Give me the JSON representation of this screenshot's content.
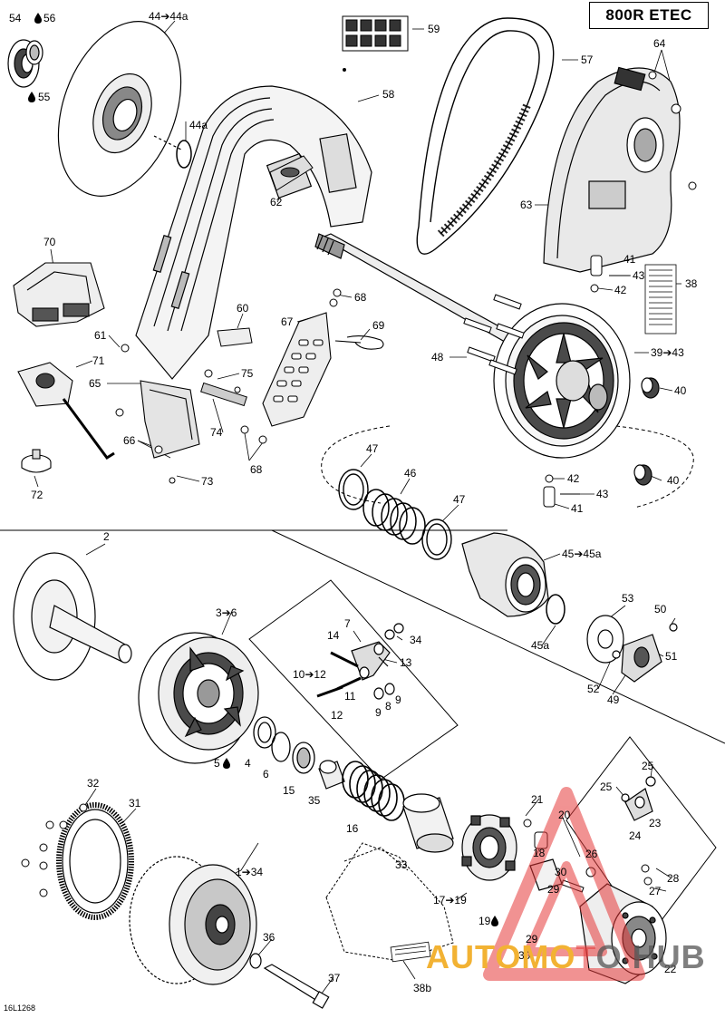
{
  "model": "800R ETEC",
  "doc_code": "16L1268",
  "watermark": {
    "part1": "AUTOMO",
    "part2": "T",
    "part3": "O HUB"
  },
  "callouts": {
    "c54": "54",
    "c56": "56",
    "c55": "55",
    "c44_44a": "44➔44a",
    "c44a": "44a",
    "c59": "59",
    "c57": "57",
    "c64": "64",
    "c58": "58",
    "c63": "63",
    "c62": "62",
    "c70": "70",
    "c41a": "41",
    "c43a": "43",
    "c42a": "42",
    "c38": "38",
    "c68a": "68",
    "c60": "60",
    "c67": "67",
    "c69": "69",
    "c61": "61",
    "c71": "71",
    "c48": "48",
    "c39_43": "39➔43",
    "c75": "75",
    "c65": "65",
    "c40a": "40",
    "c74": "74",
    "c66": "66",
    "c68b": "68",
    "c73": "73",
    "c72": "72",
    "c47a": "47",
    "c46": "46",
    "c42b": "42",
    "c40b": "40",
    "c43b": "43",
    "c47b": "47",
    "c41b": "41",
    "c45_45a": "45➔45a",
    "c2": "2",
    "c3_6": "3➔6",
    "c7": "7",
    "c14": "14",
    "c34": "34",
    "c13": "13",
    "c10_12": "10➔12",
    "c11": "11",
    "c12": "12",
    "c9a": "9",
    "c8": "8",
    "c9b": "9",
    "c53": "53",
    "c50": "50",
    "c45a": "45a",
    "c51": "51",
    "c52": "52",
    "c49": "49",
    "c5": "5",
    "c4": "4",
    "c6": "6",
    "c15": "15",
    "c35": "35",
    "c16": "16",
    "c33": "33",
    "c32": "32",
    "c31": "31",
    "c1_34": "1➔34",
    "c36": "36",
    "c37": "37",
    "c38b": "38b",
    "c17_19": "17➔19",
    "c19": "19",
    "c21": "21",
    "c18": "18",
    "c20": "20",
    "c25a": "25",
    "c25b": "25",
    "c24": "24",
    "c23": "23",
    "c26": "26",
    "c28": "28",
    "c30a": "30",
    "c29a": "29",
    "c27": "27",
    "c29b": "29",
    "c30b": "30",
    "c22": "22"
  },
  "colors": {
    "line": "#000000",
    "fill": "#ffffff",
    "shade": "#dcdcdc",
    "dark": "#3a3a3a"
  }
}
